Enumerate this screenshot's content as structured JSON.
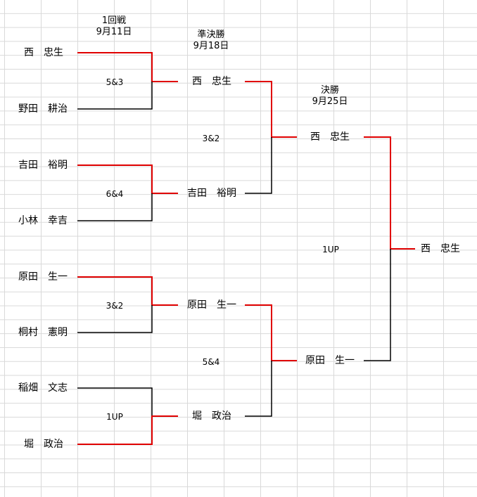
{
  "rounds": {
    "r1": {
      "name": "1回戦",
      "date": "9月11日"
    },
    "semi": {
      "name": "準決勝",
      "date": "9月18日"
    },
    "final": {
      "name": "決勝",
      "date": "9月25日"
    }
  },
  "r1_players": [
    "西　忠生",
    "野田　耕治",
    "吉田　裕明",
    "小林　幸吉",
    "原田　生一",
    "桐村　憲明",
    "稲畑　文志",
    "堀　政治"
  ],
  "r1_scores": [
    "5&3",
    "6&4",
    "3&2",
    "1UP"
  ],
  "semi_players": [
    "西　忠生",
    "吉田　裕明",
    "原田　生一",
    "堀　政治"
  ],
  "semi_scores": [
    "3&2",
    "5&4"
  ],
  "final_players": [
    "西　忠生",
    "原田　生一"
  ],
  "final_score": "1UP",
  "champion": "西　忠生",
  "colors": {
    "winner_line": "#e00000",
    "loser_line": "#000000",
    "grid": "#d9d9d9"
  }
}
